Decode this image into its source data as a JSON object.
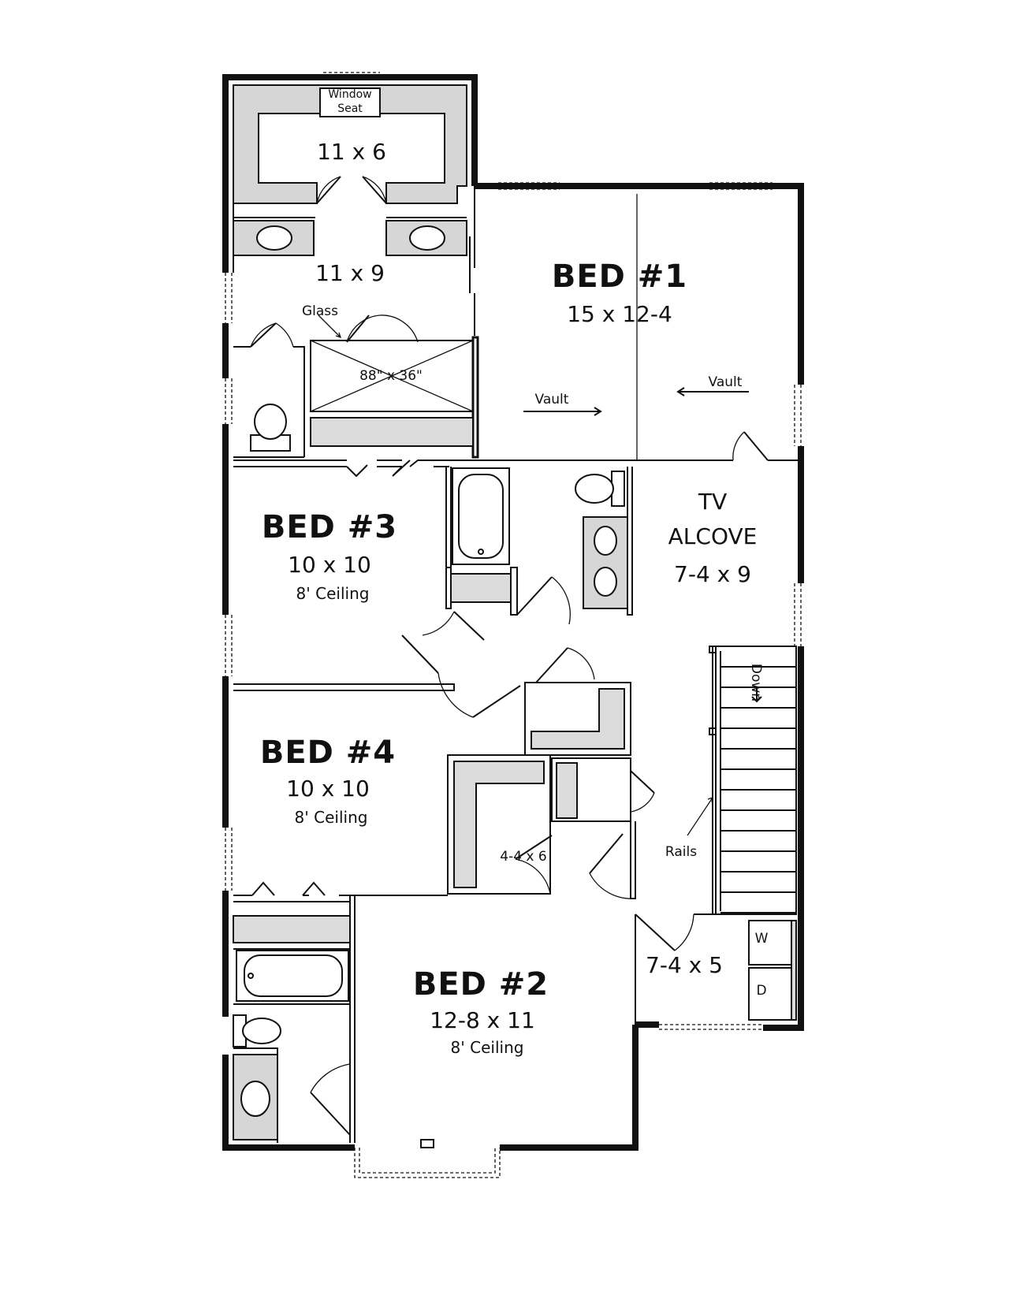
{
  "rooms": {
    "sitting_area": {
      "dim": "11 x 6"
    },
    "window_seat": {
      "line1": "Window",
      "line2": "Seat"
    },
    "master_bath": {
      "dim": "11 x 9"
    },
    "shower": {
      "glass": "Glass",
      "size": "88\" x 36\""
    },
    "bed1": {
      "title": "BED #1",
      "dim": "15 x 12-4",
      "vault_left": "Vault",
      "vault_right": "Vault"
    },
    "bed3": {
      "title": "BED #3",
      "dim": "10 x 10",
      "ceiling": "8' Ceiling"
    },
    "tv_alcove": {
      "line1": "TV",
      "line2": "ALCOVE",
      "dim": "7-4 x 9"
    },
    "bed4": {
      "title": "BED #4",
      "dim": "10 x 10",
      "ceiling": "8' Ceiling"
    },
    "closet": {
      "dim": "4-4 x 6"
    },
    "stairs": {
      "label": "Down",
      "rails": "Rails"
    },
    "laundry": {
      "dim": "7-4 x 5",
      "washer": "W",
      "dryer": "D"
    },
    "bed2": {
      "title": "BED #2",
      "dim": "12-8 x 11",
      "ceiling": "8' Ceiling"
    }
  }
}
